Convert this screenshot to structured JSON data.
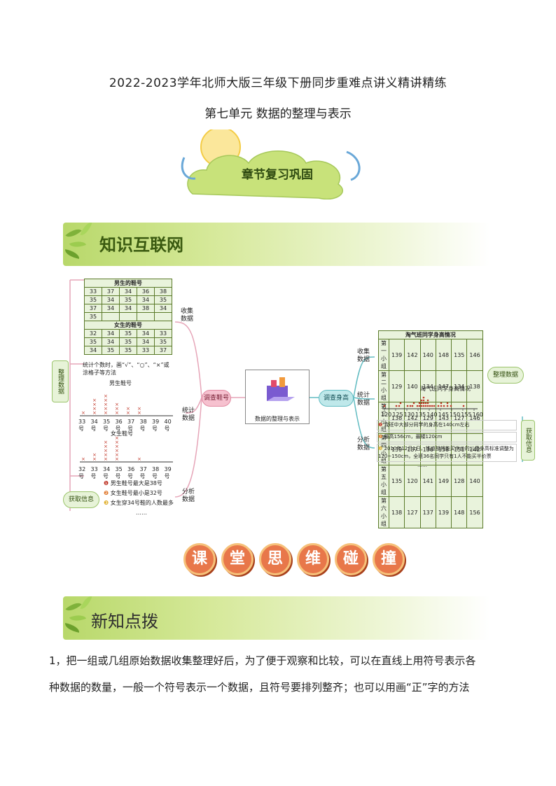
{
  "header": {
    "title_line1": "2022-2023学年北师大版三年级下册同步重难点讲义精讲精练",
    "title_line2": "第七单元  数据的整理与表示"
  },
  "badge": {
    "label": "章节复习巩固"
  },
  "banner1": {
    "label": "知识互联网"
  },
  "mindmap": {
    "left_root": "整理数据",
    "collect_label": "收集数据",
    "boys_table_title": "男生的鞋号",
    "boys_rows": [
      [
        "33",
        "37",
        "34",
        "36",
        "38"
      ],
      [
        "35",
        "34",
        "35",
        "34",
        "35"
      ],
      [
        "37",
        "34",
        "34",
        "38",
        "34"
      ],
      [
        "35",
        "",
        "",
        "",
        ""
      ]
    ],
    "girls_table_title": "女生的鞋号",
    "girls_rows": [
      [
        "32",
        "34",
        "35",
        "34",
        "33"
      ],
      [
        "35",
        "34",
        "35",
        "34",
        "35"
      ],
      [
        "34",
        "35",
        "35",
        "33",
        "37"
      ]
    ],
    "count_tip": "统计个数时，画“√”、“○”、“×”或涂格子等方法",
    "boys_chart_title": "男生鞋号",
    "boys_ticks": [
      "33号",
      "34号",
      "35号",
      "36号",
      "37号",
      "38号",
      "39号",
      "40号"
    ],
    "girls_chart_title": "女生鞋号",
    "girls_ticks": [
      "32号",
      "33号",
      "34号",
      "35号",
      "36号",
      "37号",
      "38号",
      "39号"
    ],
    "stat_label_left": "统计数据",
    "analysis_label_left": "分析数据",
    "info_label_left": "获取信息",
    "facts_left": [
      "男生鞋号最大是38号",
      "女生鞋号最小是32号",
      "女生穿34号鞋的人数最多"
    ],
    "ellipsis": "……",
    "oval_shoes": "调查鞋号",
    "center_label": "数据的整理与表示",
    "oval_height": "调查身高",
    "collect_label_right": "收集数据",
    "height_table_title": "淘气班同学身高情况",
    "height_rows": [
      [
        "第一小组",
        "139",
        "142",
        "140",
        "148",
        "135",
        "146"
      ],
      [
        "第二小组",
        "129",
        "140",
        "134",
        "147",
        "134",
        "138"
      ],
      [
        "第三小组",
        "138",
        "142",
        "129",
        "143",
        "127",
        "146"
      ],
      [
        "第四小组",
        "139",
        "137",
        "136",
        "138",
        "151",
        "142"
      ],
      [
        "第五小组",
        "135",
        "120",
        "141",
        "149",
        "128",
        "140"
      ],
      [
        "第六小组",
        "138",
        "127",
        "137",
        "139",
        "148",
        "156"
      ]
    ],
    "organize_label": "整理数据",
    "stat_label_right": "统计数据",
    "height_chart_title": "淘气班同学身高情况",
    "height_ticks": [
      "120",
      "125",
      "130",
      "135",
      "140",
      "145",
      "150",
      "155",
      "160"
    ],
    "analysis_label_right": "分析数据",
    "facts_right": [
      "我班中大部分同学的身高在140cm左右",
      "最高156cm，最矮120cm",
      "2010年12月1日，铁道部将能买半价的儿童身高标准调整为120~150cm，全班36名同学只有1人不能买半价票"
    ],
    "info_label_right": "获取信息"
  },
  "wordart": {
    "chars": [
      "课",
      "堂",
      "思",
      "维",
      "碰",
      "撞"
    ]
  },
  "banner2": {
    "label": "新知点拨"
  },
  "body": {
    "para1_line1": "1，把一组或几组原始数据收集整理好后，为了便于观察和比较，可以在直线上用符号表示各",
    "para1_line2": "种数据的数量，一般一个符号表示一个数据，且符号要排列整齐；也可以用画“正”字的方法"
  },
  "colors": {
    "banner_green": "#b8d86a",
    "accent_red": "#c0392b",
    "pink": "#f6c1cf",
    "teal": "#bfe8ea"
  }
}
